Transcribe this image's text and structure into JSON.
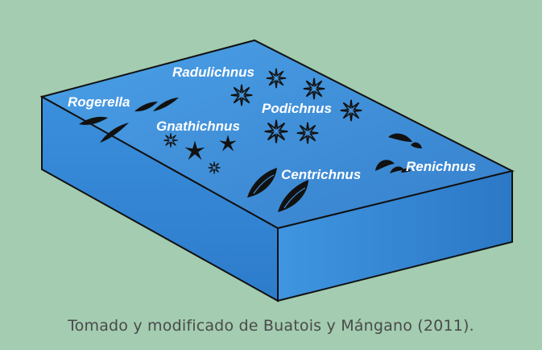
{
  "diagram": {
    "labels": {
      "radulichnus": "Radulichnus",
      "rogerella": "Rogerella",
      "gnathichnus": "Gnathichnus",
      "podichnus": "Podichnus",
      "centrichnus": "Centrichnus",
      "renichnus": "Renichnus"
    },
    "colors": {
      "background": "#a3ccb0",
      "block_top": "#3f8fd8",
      "block_side": "#2f7fcf",
      "trace_fossil": "#111111",
      "label_text": "#ffffff"
    }
  },
  "caption": "Tomado y modificado de Buatois y Mángano (2011)."
}
